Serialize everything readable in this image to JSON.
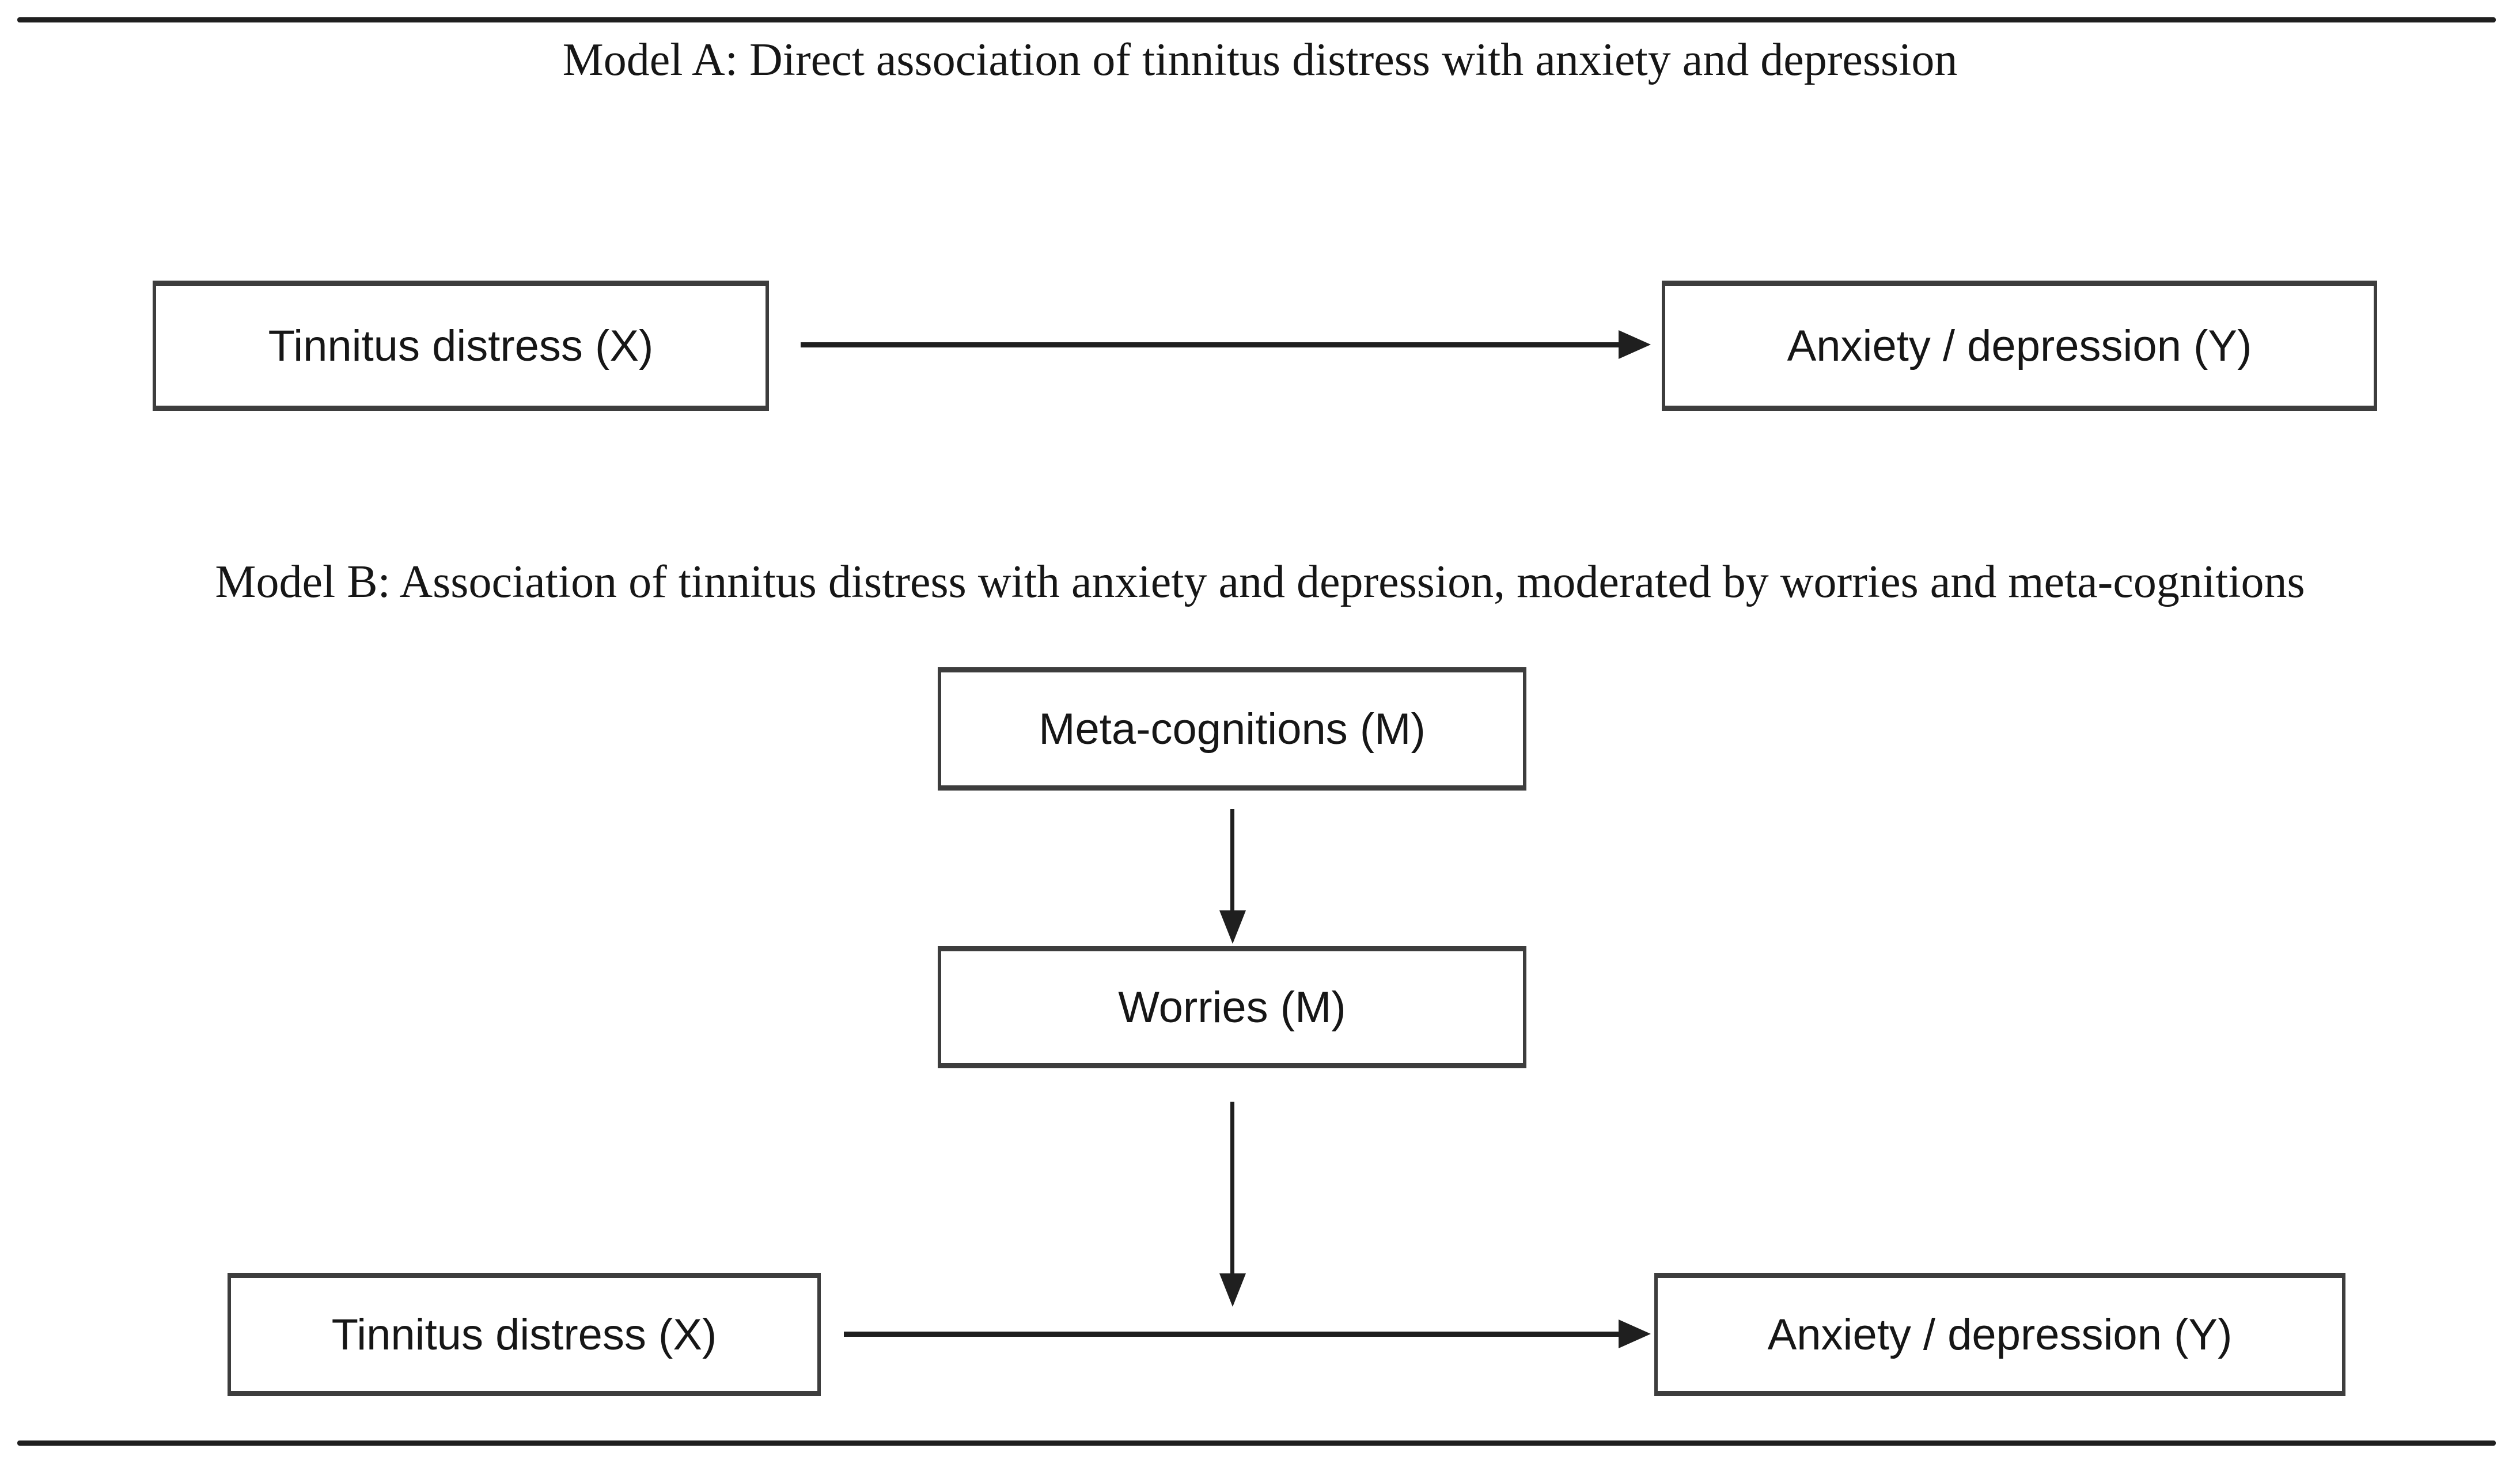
{
  "figure": {
    "colors": {
      "bg": "#ffffff",
      "line": "#1f1f1f",
      "text": "#161616",
      "box-border": "#3d3d3d"
    },
    "model_a": {
      "title": "Model A: Direct association of tinnitus distress with anxiety and depression",
      "predictor_box": "Tinnitus distress (X)",
      "outcome_box": "Anxiety / depression (Y)"
    },
    "model_b": {
      "title": "Model B: Association of tinnitus distress with anxiety and depression, moderated by worries and meta-cognitions",
      "metacognitions_box": "Meta-cognitions (M)",
      "worries_box": "Worries (M)",
      "predictor_box": "Tinnitus distress (X)",
      "outcome_box": "Anxiety / depression (Y)"
    }
  }
}
